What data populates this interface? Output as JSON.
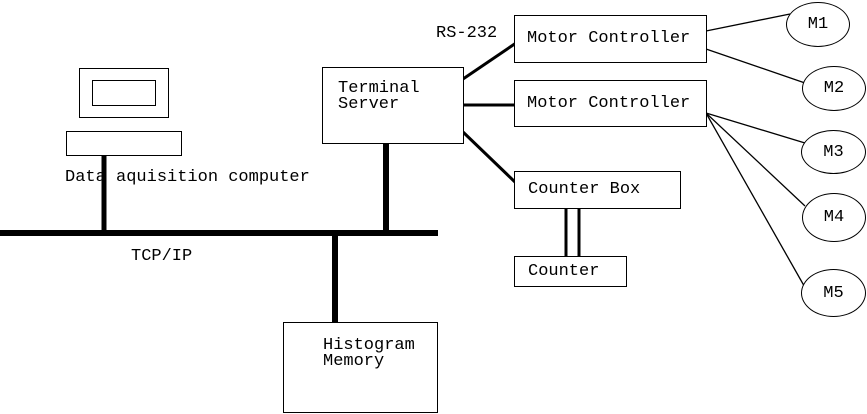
{
  "diagram": {
    "labels": {
      "rs232": "RS-232",
      "tcpip": "TCP/IP"
    },
    "computer": {
      "caption": "Data aquisition computer"
    },
    "terminal_server": {
      "line1": "Terminal",
      "line2": "Server"
    },
    "motor_controllers": [
      {
        "label": "Motor Controller"
      },
      {
        "label": "Motor Controller"
      }
    ],
    "counter_box": {
      "label": "Counter Box"
    },
    "counter": {
      "label": "Counter"
    },
    "histogram_memory": {
      "line1": "Histogram",
      "line2": "Memory"
    },
    "motors": [
      {
        "label": "M1"
      },
      {
        "label": "M2"
      },
      {
        "label": "M3"
      },
      {
        "label": "M4"
      },
      {
        "label": "M5"
      }
    ],
    "colors": {
      "line": "#000000",
      "background": "#ffffff",
      "text": "#000000"
    }
  }
}
